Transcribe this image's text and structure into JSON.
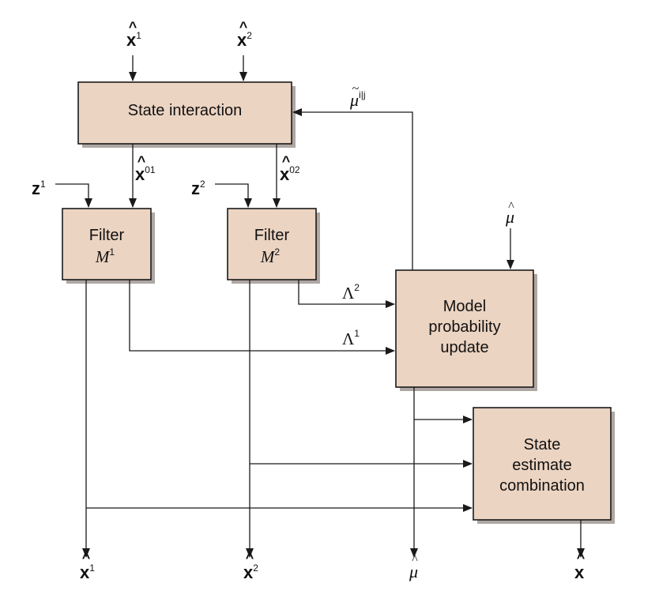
{
  "boxes": {
    "state_interaction": {
      "label": "State interaction"
    },
    "filter1": {
      "line1": "Filter",
      "model": "M",
      "model_sup": "1"
    },
    "filter2": {
      "line1": "Filter",
      "model": "M",
      "model_sup": "2"
    },
    "model_prob_update": {
      "line1": "Model",
      "line2": "probability",
      "line3": "update"
    },
    "state_estimate_combination": {
      "line1": "State",
      "line2": "estimate",
      "line3": "combination"
    }
  },
  "symbols": {
    "x_in_1": {
      "base": "x",
      "sup": "1"
    },
    "x_in_2": {
      "base": "x",
      "sup": "2"
    },
    "x_01": {
      "base": "x",
      "sup": "01"
    },
    "x_02": {
      "base": "x",
      "sup": "02"
    },
    "z1": {
      "base": "z",
      "sup": "1"
    },
    "z2": {
      "base": "z",
      "sup": "2"
    },
    "mu_tilde": {
      "base": "μ",
      "sup": "i|j",
      "accent": "~"
    },
    "mu_hat_in": {
      "base": "μ",
      "accent": "^"
    },
    "lambda2": {
      "base": "Λ",
      "sup": "2"
    },
    "lambda1": {
      "base": "Λ",
      "sup": "1"
    },
    "x_out_1": {
      "base": "x",
      "sup": "1"
    },
    "x_out_2": {
      "base": "x",
      "sup": "2"
    },
    "mu_hat_out": {
      "base": "μ",
      "accent": "^"
    },
    "x_out": {
      "base": "x"
    }
  }
}
